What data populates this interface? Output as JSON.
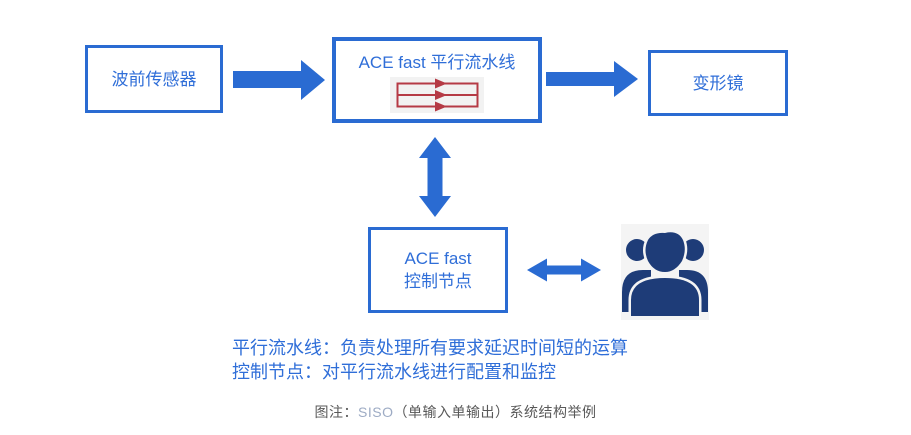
{
  "diagram": {
    "nodes": {
      "sensor": {
        "label": "波前传感器"
      },
      "pipeline": {
        "label": "ACE fast 平行流水线"
      },
      "mirror": {
        "label": "变形镜"
      },
      "control": {
        "line1": "ACE fast",
        "line2": "控制节点"
      }
    },
    "connections": [
      {
        "from": "sensor",
        "to": "pipeline",
        "type": "arrow-right"
      },
      {
        "from": "pipeline",
        "to": "mirror",
        "type": "arrow-right"
      },
      {
        "from": "pipeline",
        "to": "control",
        "type": "double-arrow-vertical"
      },
      {
        "from": "control",
        "to": "operator",
        "type": "double-arrow-horizontal"
      }
    ],
    "icons": {
      "pipeline_icon": "parallel-pipeline-right-arrows-icon",
      "operator_icon": "users-silhouette-icon"
    }
  },
  "notes": {
    "line1": "平行流水线：负责处理所有要求延迟时间短的运算",
    "line2": "控制节点：对平行流水线进行配置和监控"
  },
  "caption": {
    "prefix": "图注：",
    "siso": "SISO",
    "suffix": "（单输入单输出）系统结构举例"
  },
  "colors": {
    "blue": "#2a6bd2",
    "text-blue": "#2f6ed8",
    "red": "#b53a45",
    "navy": "#1e3c78",
    "icon-bg": "#f2f2f2",
    "person-bg": "#f4f4f4",
    "caption-gray": "#595959",
    "siso-gray": "#9dabc4",
    "white": "#ffffff"
  }
}
